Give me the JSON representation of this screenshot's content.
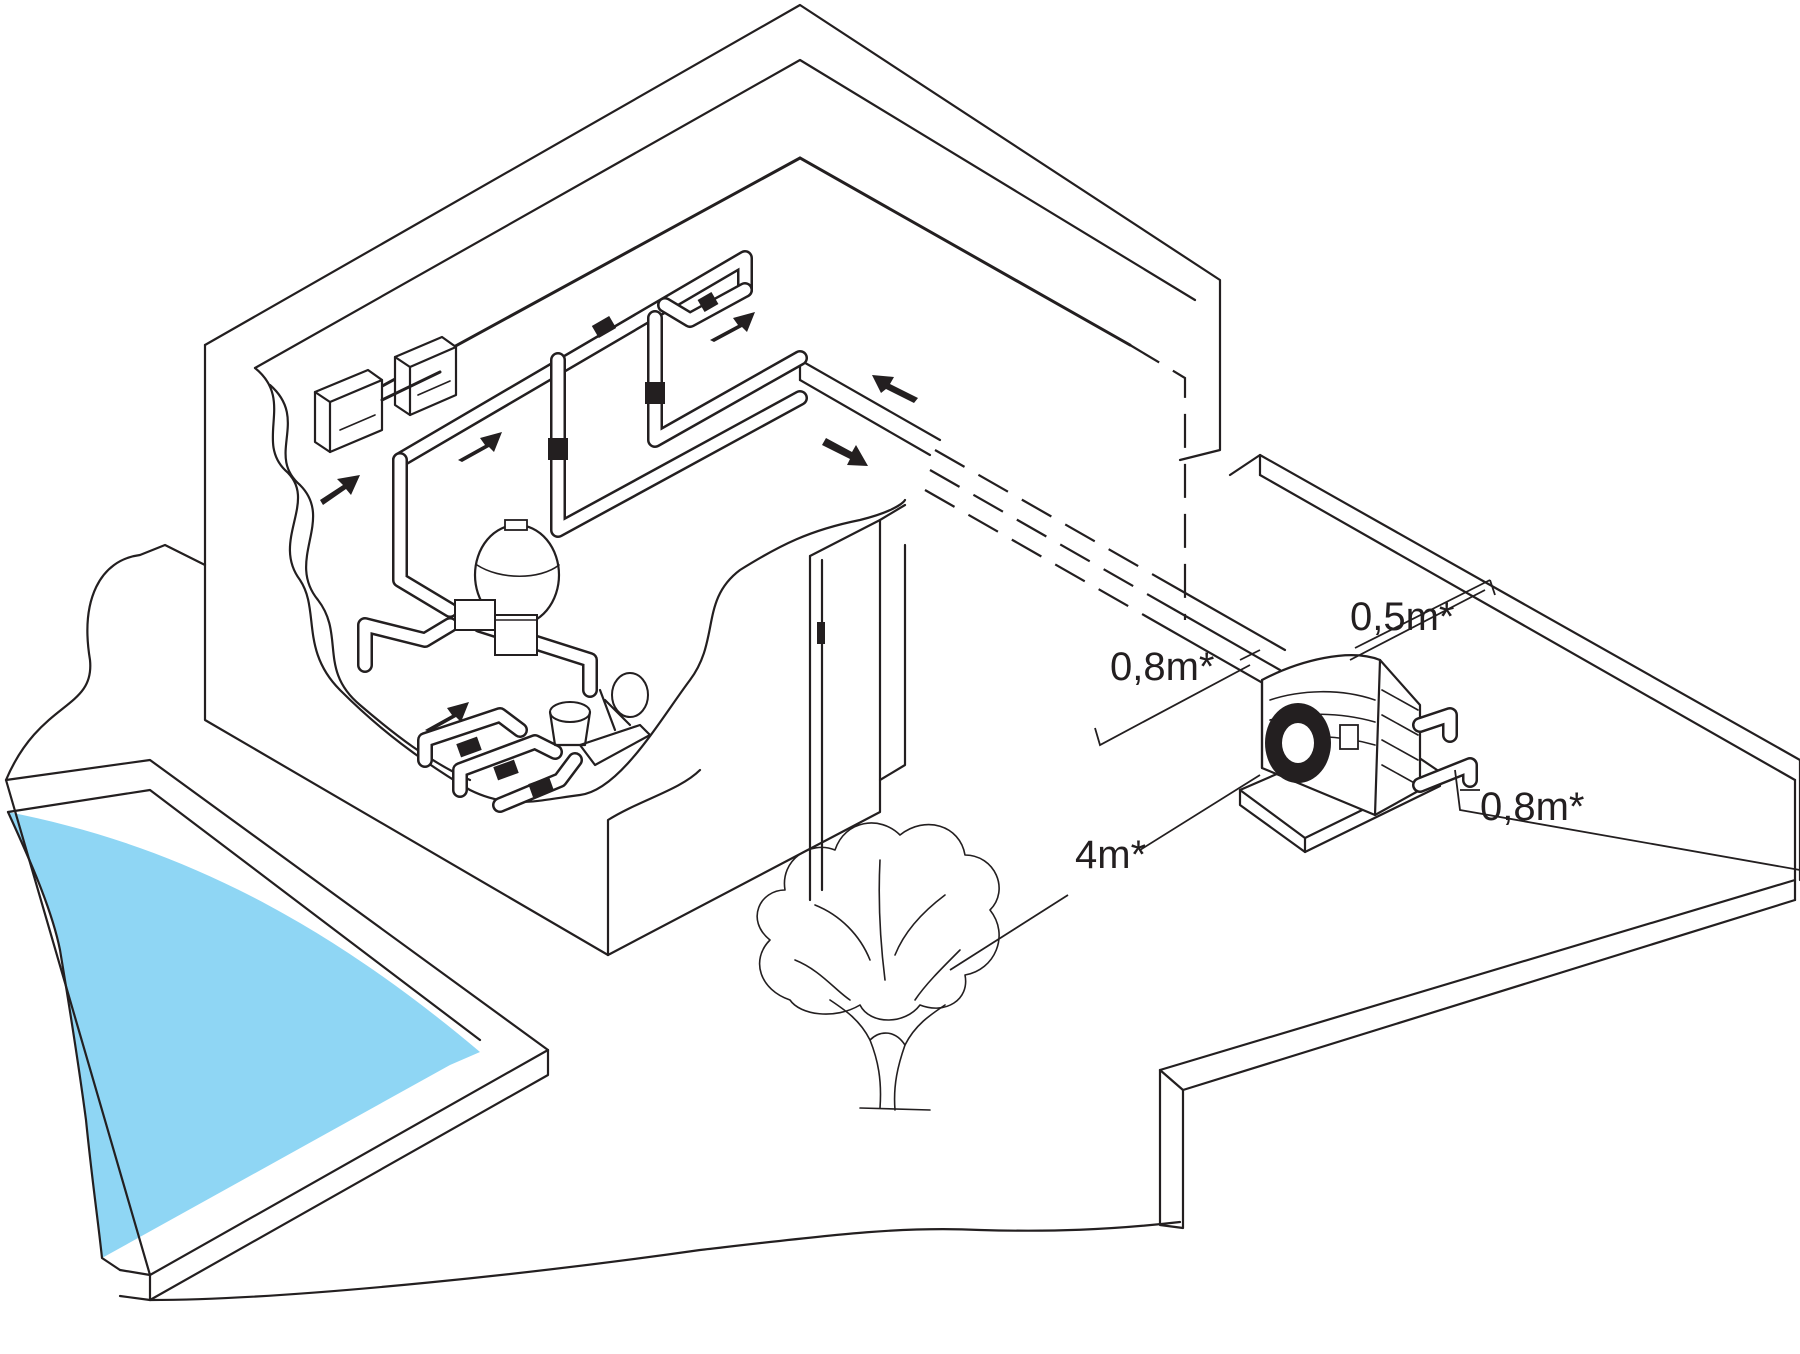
{
  "diagram": {
    "colors": {
      "water": "#8fd6f4",
      "line": "#231f20",
      "ground": "#ffffff"
    },
    "dimensions": {
      "side_clearance": "0,5m*",
      "wall_clearance": "0,8m*",
      "rear_clearance": "0,8m*",
      "front_clearance": "4m*"
    }
  }
}
